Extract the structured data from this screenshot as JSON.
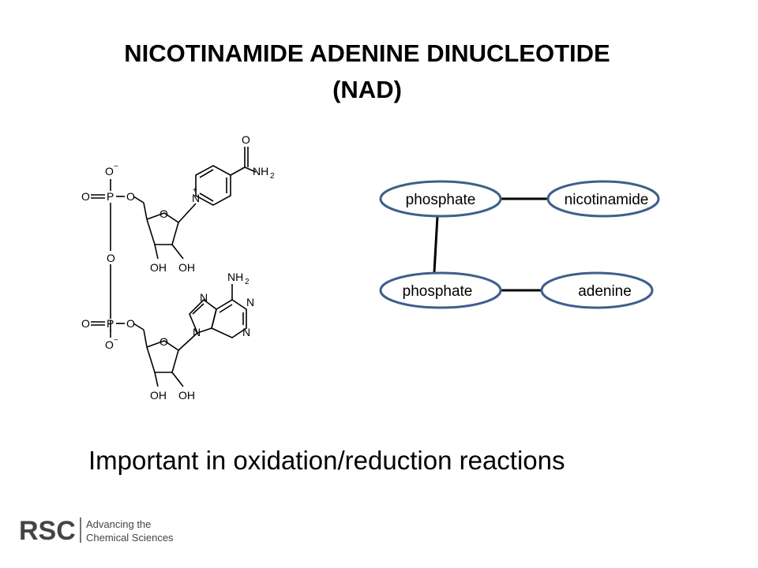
{
  "title": {
    "line1": "NICOTINAMIDE ADENINE DINUCLEOTIDE",
    "line2": "(NAD)"
  },
  "structure": {
    "o_minus_top": "O",
    "minus": "−",
    "o_eq_top": "O",
    "p_top": "P",
    "o_link_top": "O",
    "o_bridge": "O",
    "o_eq_bottom": "O",
    "p_bottom": "P",
    "o_link_bottom": "O",
    "o_minus_bottom": "O",
    "ring_o_top": "O",
    "ring_o_bottom": "O",
    "oh": "OH",
    "n_plus": "N",
    "plus": "+",
    "carbonyl_o": "O",
    "nh2_top": "NH",
    "nh2_bottom": "NH",
    "sub2": "2",
    "n": "N"
  },
  "flow": {
    "phosphate_top": "phosphate",
    "nicotinamide": "nicotinamide",
    "phosphate_bottom": "phosphate",
    "adenine": "adenine",
    "node_border_color": "#3f5f8a"
  },
  "caption": "Important in oxidation/reduction reactions",
  "logo": {
    "mark": "RSC",
    "line1": "Advancing the",
    "line2": "Chemical Sciences"
  }
}
